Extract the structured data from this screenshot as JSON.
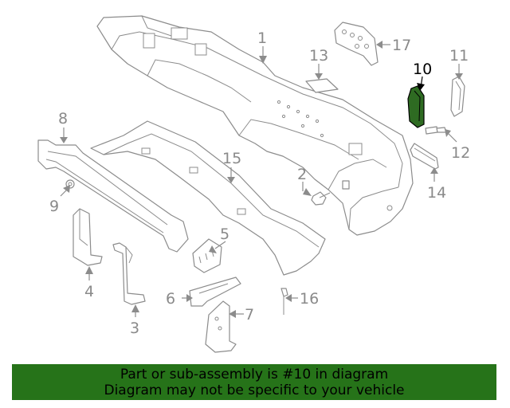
{
  "diagram": {
    "callouts": [
      {
        "id": "1",
        "text": "1"
      },
      {
        "id": "2",
        "text": "2"
      },
      {
        "id": "3",
        "text": "3"
      },
      {
        "id": "4",
        "text": "4"
      },
      {
        "id": "5",
        "text": "5"
      },
      {
        "id": "6",
        "text": "6"
      },
      {
        "id": "7",
        "text": "7"
      },
      {
        "id": "8",
        "text": "8"
      },
      {
        "id": "9",
        "text": "9"
      },
      {
        "id": "10",
        "text": "10"
      },
      {
        "id": "11",
        "text": "11"
      },
      {
        "id": "12",
        "text": "12"
      },
      {
        "id": "13",
        "text": "13"
      },
      {
        "id": "14",
        "text": "14"
      },
      {
        "id": "15",
        "text": "15"
      },
      {
        "id": "16",
        "text": "16"
      },
      {
        "id": "17",
        "text": "17"
      }
    ],
    "highlighted_part": "10",
    "colors": {
      "line": "#8c8c8c",
      "highlight_fill": "#2e6b22",
      "highlight_text": "#000000",
      "banner_bg": "#267319"
    }
  },
  "banner": {
    "line1": "Part or sub-assembly is #10 in diagram",
    "line2": "Diagram may not be specific to your vehicle"
  }
}
